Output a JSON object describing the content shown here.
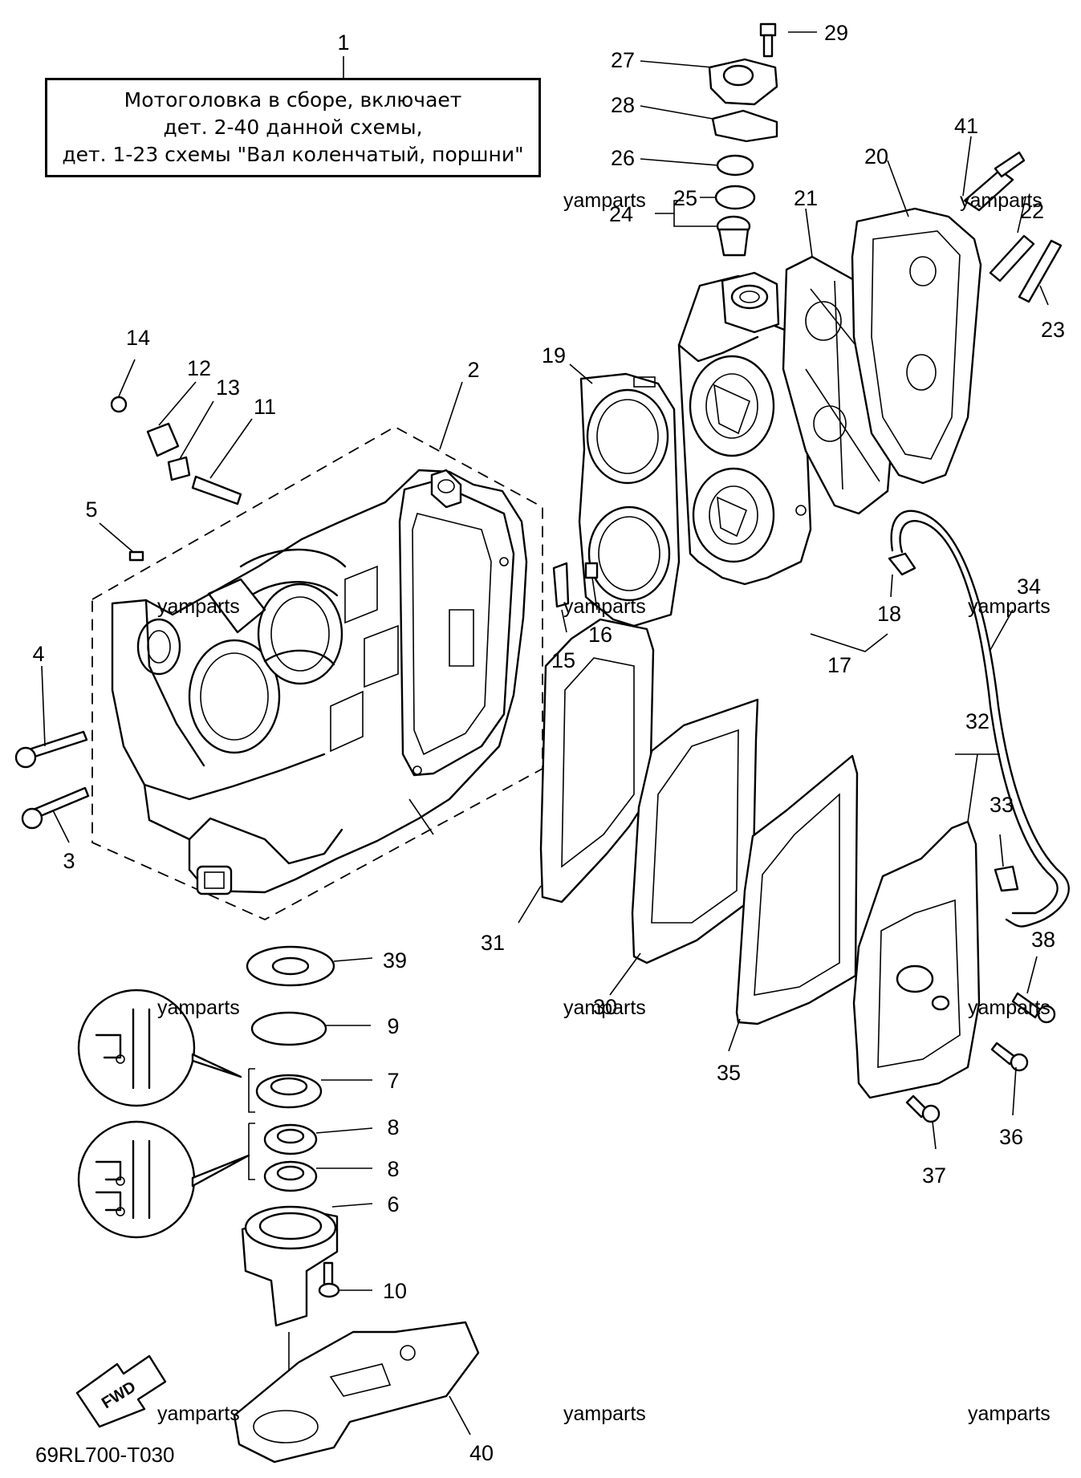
{
  "title_box": {
    "line1": "Мотоголовка в сборе, включает",
    "line2": "дет. 2-40 данной схемы,",
    "line3": "дет. 1-23 схемы \"Вал коленчатый, поршни\""
  },
  "labels": {
    "n1": "1",
    "n2": "2",
    "n3": "3",
    "n4": "4",
    "n5": "5",
    "n6": "6",
    "n7": "7",
    "n8a": "8",
    "n8b": "8",
    "n9": "9",
    "n10": "10",
    "n11": "11",
    "n12": "12",
    "n13": "13",
    "n14": "14",
    "n15": "15",
    "n16": "16",
    "n17": "17",
    "n18": "18",
    "n19": "19",
    "n20": "20",
    "n21": "21",
    "n22": "22",
    "n23": "23",
    "n24": "24",
    "n25": "25",
    "n26": "26",
    "n27": "27",
    "n28": "28",
    "n29": "29",
    "n30": "30",
    "n31": "31",
    "n32": "32",
    "n33": "33",
    "n34": "34",
    "n35": "35",
    "n36": "36",
    "n37": "37",
    "n38": "38",
    "n39": "39",
    "n40": "40",
    "n41": "41"
  },
  "watermark": "yamparts",
  "fwd_label": "FWD",
  "diagram_code": "69RL700-T030",
  "icons": [
    "fwd-arrow-icon",
    "bolt-icon",
    "gasket-icon",
    "oil-seal-icon",
    "bearing-icon"
  ]
}
